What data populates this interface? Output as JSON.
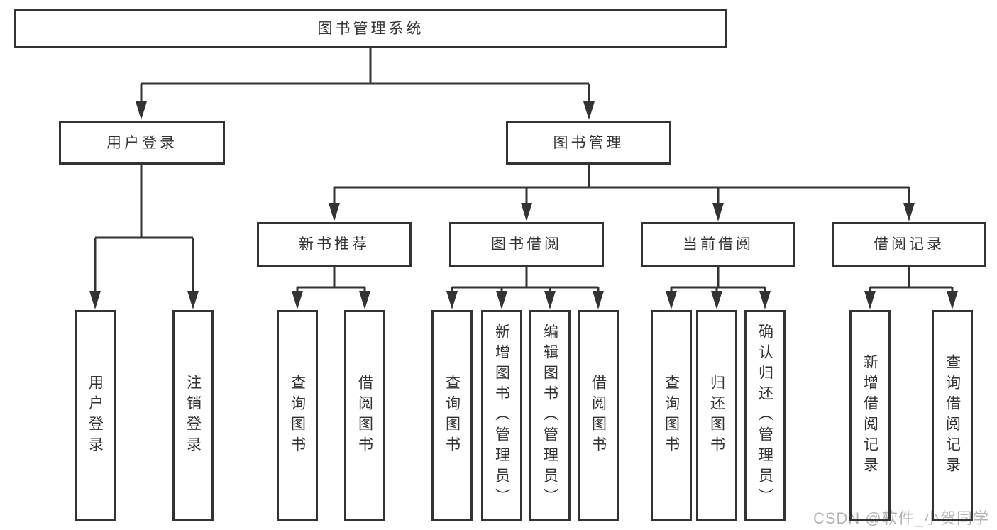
{
  "watermark": "CSDN @软件_小贺同学",
  "colors": {
    "line": "#333333",
    "box_border": "#333333",
    "text": "#333333",
    "background": "#ffffff",
    "watermark": "#b3b3b3"
  },
  "tree": {
    "root": "图书管理系统",
    "branches": [
      {
        "label": "用户登录",
        "leaves": [
          "用户登录",
          "注销登录"
        ]
      },
      {
        "label": "图书管理",
        "groups": [
          {
            "label": "新书推荐",
            "leaves": [
              "查询图书",
              "借阅图书"
            ]
          },
          {
            "label": "图书借阅",
            "leaves": [
              "查询图书",
              "新增图书（管理员）",
              "编辑图书（管理员）",
              "借阅图书"
            ]
          },
          {
            "label": "当前借阅",
            "leaves": [
              "查询图书",
              "归还图书",
              "确认归还（管理员）"
            ]
          },
          {
            "label": "借阅记录",
            "leaves": [
              "新增借阅记录",
              "查询借阅记录"
            ]
          }
        ]
      }
    ]
  }
}
